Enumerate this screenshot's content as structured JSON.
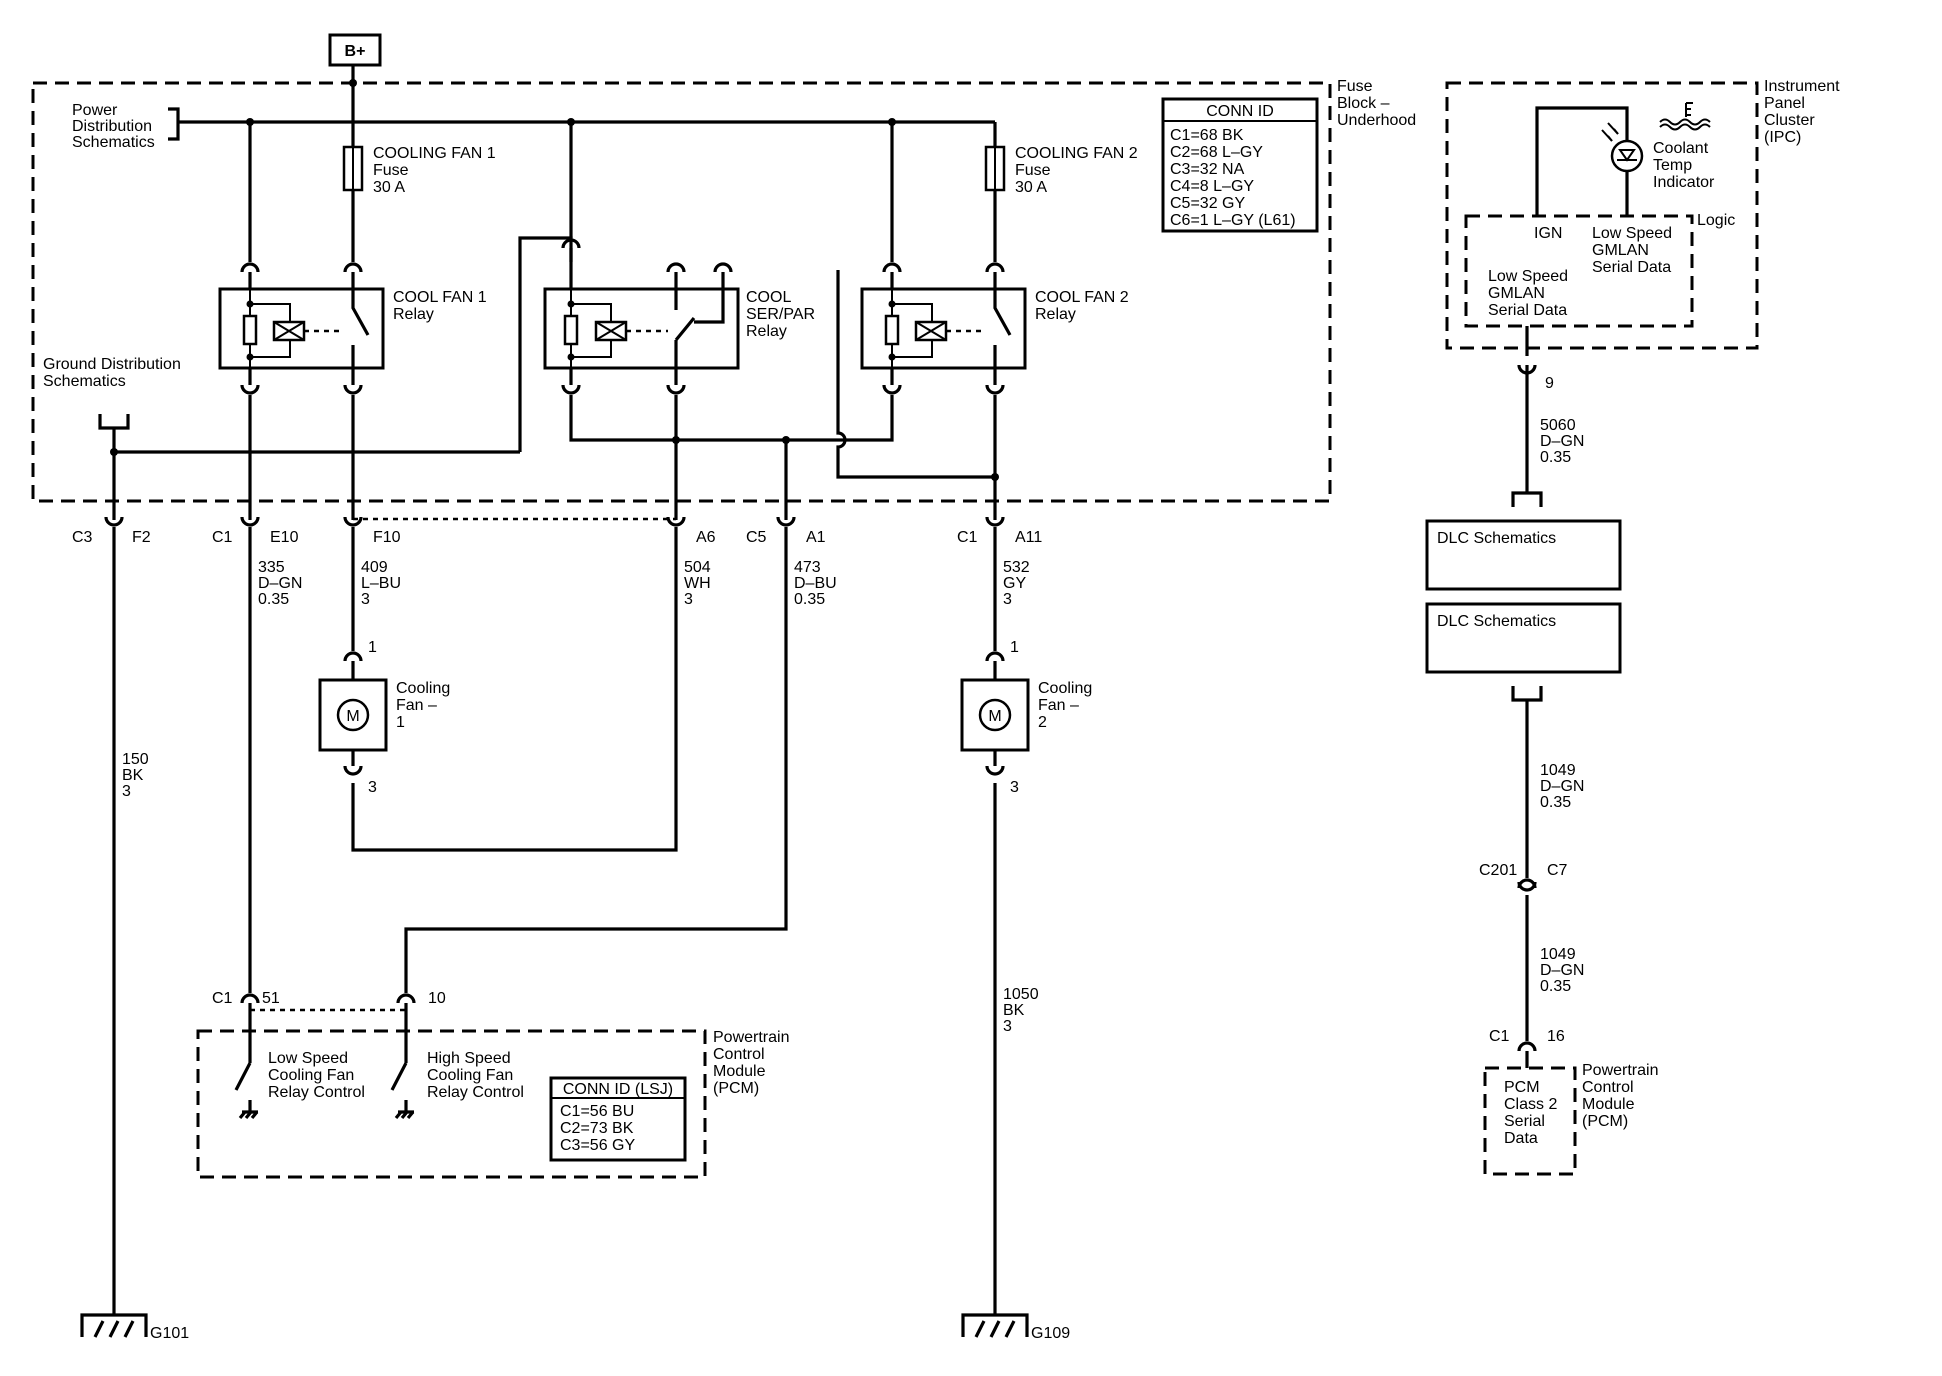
{
  "supply": {
    "label": "B+"
  },
  "fuse_block": {
    "title_lines": [
      "Fuse",
      "Block –",
      "Underhood"
    ],
    "power_distribution": [
      "Power",
      "Distribution",
      "Schematics"
    ],
    "ground_distribution": [
      "Ground Distribution",
      "Schematics"
    ],
    "fuse1": [
      "COOLING FAN 1",
      "Fuse",
      "30 A"
    ],
    "fuse2": [
      "COOLING FAN 2",
      "Fuse",
      "30 A"
    ],
    "relay1": [
      "COOL FAN 1",
      "Relay"
    ],
    "relay_serpar": [
      "COOL",
      "SER/PAR",
      "Relay"
    ],
    "relay2": [
      "COOL FAN 2",
      "Relay"
    ],
    "conn_id": {
      "header": "CONN ID",
      "rows": [
        "C1=68 BK",
        "C2=68 L–GY",
        "C3=32 NA",
        "C4=8 L–GY",
        "C5=32 GY",
        "C6=1 L–GY (L61)"
      ]
    }
  },
  "pins": {
    "c3": "C3",
    "f2": "F2",
    "c1a": "C1",
    "e10": "E10",
    "f10": "F10",
    "a6": "A6",
    "c5": "C5",
    "a1": "A1",
    "c1b": "C1",
    "a11": "A11"
  },
  "wires": {
    "w335": [
      "335",
      "D–GN",
      "0.35"
    ],
    "w409": [
      "409",
      "L–BU",
      "3"
    ],
    "w504": [
      "504",
      "WH",
      "3"
    ],
    "w473": [
      "473",
      "D–BU",
      "0.35"
    ],
    "w532": [
      "532",
      "GY",
      "3"
    ],
    "w150": [
      "150",
      "BK",
      "3"
    ],
    "w1050": [
      "1050",
      "BK",
      "3"
    ],
    "w5060": [
      "5060",
      "D–GN",
      "0.35"
    ],
    "w1049a": [
      "1049",
      "D–GN",
      "0.35"
    ],
    "w1049b": [
      "1049",
      "D–GN",
      "0.35"
    ]
  },
  "fan1": {
    "label": [
      "Cooling",
      "Fan –",
      "1"
    ],
    "pin_top": "1",
    "pin_bottom": "3",
    "motor": "M"
  },
  "fan2": {
    "label": [
      "Cooling",
      "Fan –",
      "2"
    ],
    "pin_top": "1",
    "pin_bottom": "3",
    "motor": "M"
  },
  "pcm": {
    "title": [
      "Powertrain",
      "Control",
      "Module",
      "(PCM)"
    ],
    "conn": "C1",
    "pin51": "51",
    "pin10": "10",
    "low_speed": [
      "Low Speed",
      "Cooling Fan",
      "Relay Control"
    ],
    "high_speed": [
      "High Speed",
      "Cooling Fan",
      "Relay Control"
    ],
    "conn_id": {
      "header": "CONN ID (LSJ)",
      "rows": [
        "C1=56 BU",
        "C2=73 BK",
        "C3=56 GY"
      ]
    }
  },
  "grounds": {
    "g101": "G101",
    "g109": "G109"
  },
  "ipc": {
    "title": [
      "Instrument",
      "Panel",
      "Cluster",
      "(IPC)"
    ],
    "indicator": [
      "Coolant",
      "Temp",
      "Indicator"
    ],
    "logic": "Logic",
    "ign": "IGN",
    "gmlan_right": [
      "Low Speed",
      "GMLAN",
      "Serial Data"
    ],
    "gmlan_left": [
      "Low Speed",
      "GMLAN",
      "Serial Data"
    ],
    "pin9": "9"
  },
  "dlc": {
    "box1": "DLC Schematics",
    "box2": "DLC Schematics"
  },
  "c201": {
    "left": "C201",
    "right": "C7"
  },
  "pcm2": {
    "conn": "C1",
    "pin": "16",
    "box": [
      "PCM",
      "Class 2",
      "Serial",
      "Data"
    ],
    "title": [
      "Powertrain",
      "Control",
      "Module",
      "(PCM)"
    ]
  }
}
